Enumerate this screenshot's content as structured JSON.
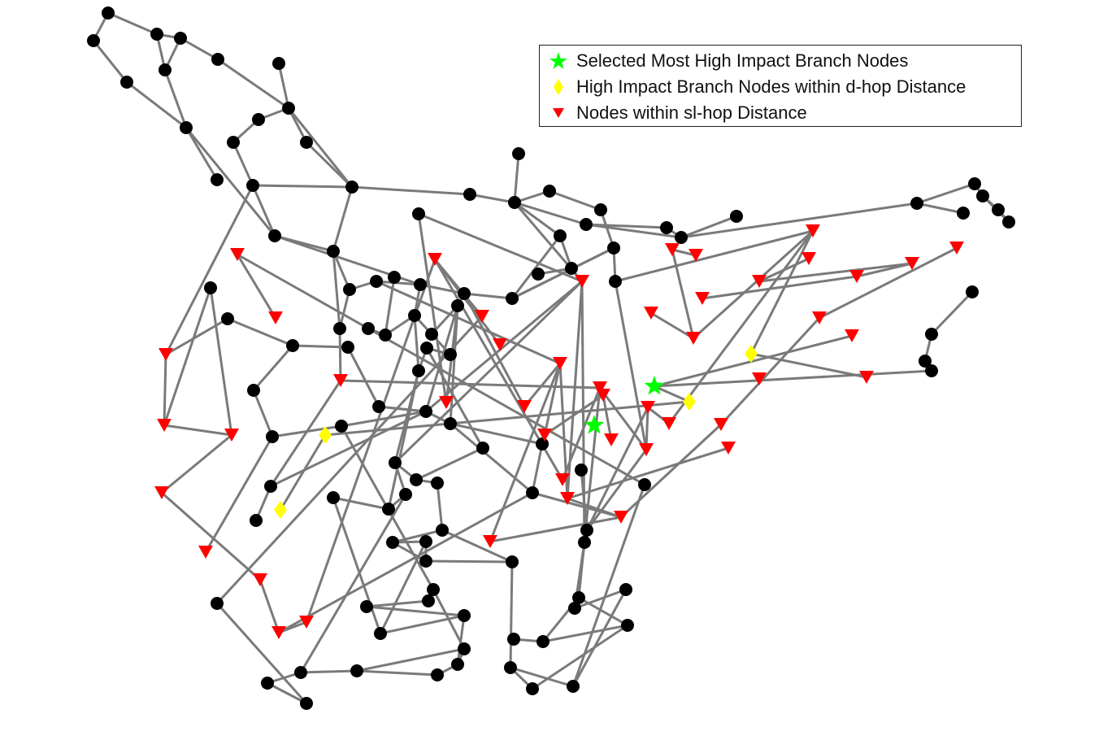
{
  "legend": {
    "entries": [
      {
        "label": "Selected Most High Impact Branch Nodes",
        "marker": "star",
        "color": "#00ff00"
      },
      {
        "label": "High Impact Branch Nodes within d-hop Distance",
        "marker": "diamond",
        "color": "#ffff00"
      },
      {
        "label": "Nodes within sl-hop Distance",
        "marker": "triangle-down",
        "color": "#ff0000"
      }
    ]
  },
  "colors": {
    "edge": "#7a7a7a",
    "node": "#000000"
  }
}
